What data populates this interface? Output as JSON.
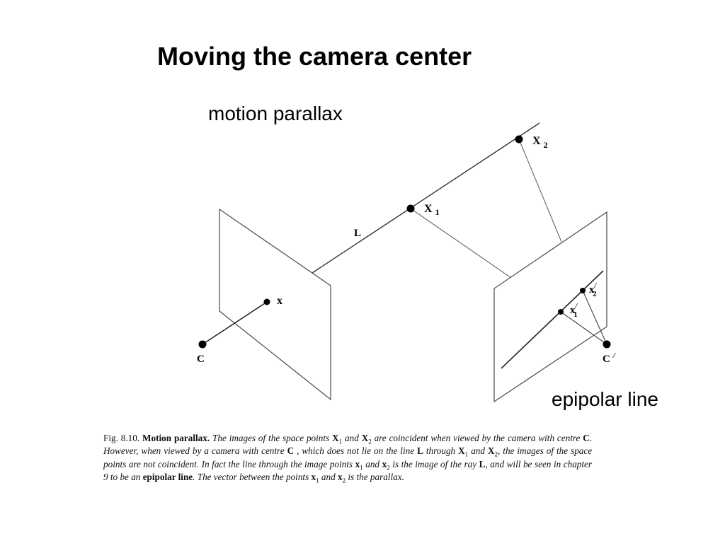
{
  "slide": {
    "title": "Moving the camera center",
    "subtitle": "motion parallax",
    "annotation": "epipolar line"
  },
  "diagram": {
    "labels": {
      "X2_base": "X",
      "X2_sub": "2",
      "X1_base": "X",
      "X1_sub": "1",
      "L": "L",
      "x": "x",
      "C": "C",
      "Cprime": "C",
      "prime_mark": "/",
      "x2p_base": "x",
      "x2p_sub": "2",
      "x1p_base": "x",
      "x1p_sub": "1"
    }
  },
  "caption": {
    "fig_number": "Fig. 8.10.",
    "heading": "Motion parallax.",
    "s1": "The images of the space points",
    "X1": "X",
    "and": "and",
    "X2": "X",
    "s2": "are coincident when viewed by the camera with centre",
    "C": "C",
    "s3": ". However, when viewed by a camera with centre",
    "Cp": "C",
    "s4": ", which does not lie on the line",
    "L": "L",
    "s5": "through",
    "s6": ", the images of the space points are not coincident. In fact the line through the image points",
    "xl": "x",
    "s7": "is the image of the ray",
    "s8": ", and will be seen in chapter 9 to be an",
    "epipolar": "epipolar line",
    "s9": ". The vector between the points",
    "s10": "is the parallax.",
    "sub1": "1",
    "sub2": "2"
  }
}
